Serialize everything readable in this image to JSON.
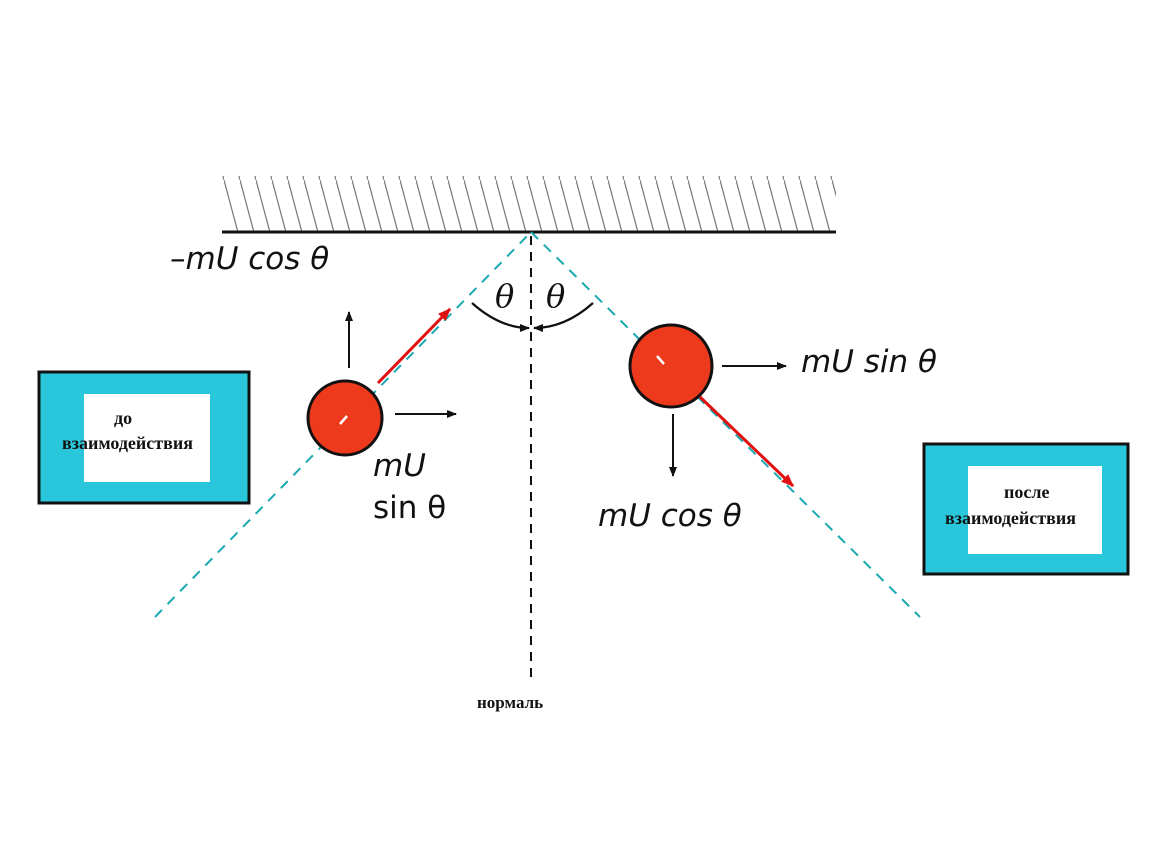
{
  "labels": {
    "incoming_normal": "–mU cos θ",
    "incoming_tangent_line1": "mU",
    "incoming_tangent_line2": "sin θ",
    "outgoing_tangent": "mU sin θ",
    "outgoing_normal": "mU cos θ",
    "angle_left": "θ",
    "angle_right": "θ",
    "normal": "нормаль"
  },
  "boxes": {
    "before_line1": "до",
    "before_line2": "взаимодействия",
    "after_line1": "после",
    "after_line2": "взаимодействия"
  },
  "colors": {
    "ball": "#ee3a1c",
    "velocity_arrow": "#e01010",
    "path": "#1aa8b0",
    "box_fill": "#29c6dc",
    "wall": "#111111"
  }
}
